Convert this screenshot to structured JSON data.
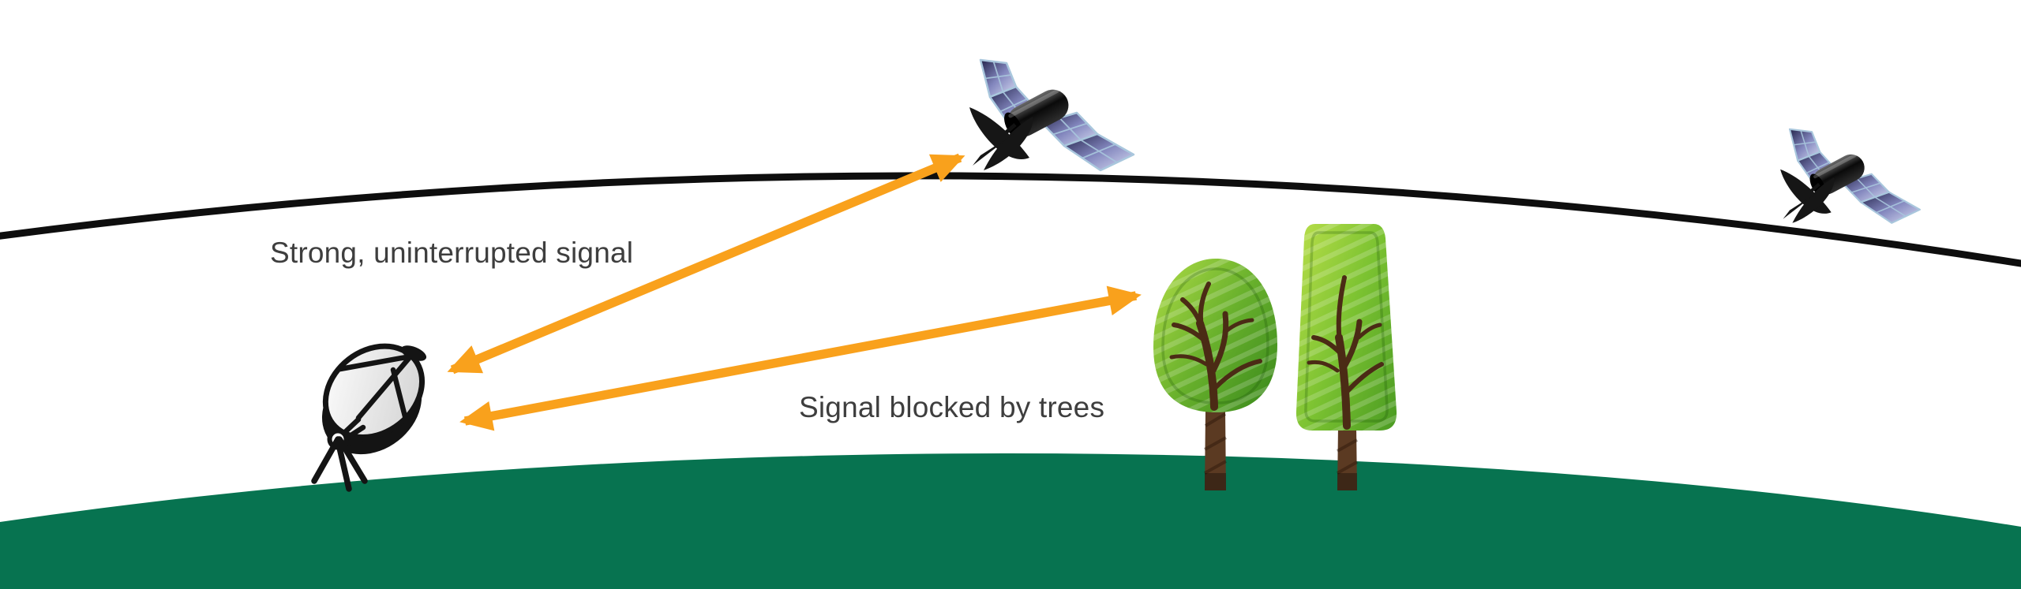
{
  "diagram": {
    "labels": {
      "strong_signal": "Strong, uninterrupted signal",
      "blocked_signal": "Signal blocked by trees"
    },
    "colors": {
      "background": "#FFFFFF",
      "arrow": "#F9A11C",
      "ground": "#077350",
      "horizon": "#0E0E0E",
      "label": "#3E3E3E",
      "dish": "#141414",
      "trunk": "#5B3A22",
      "branch": "#4B2B15",
      "tree_light": "#A9D844",
      "tree_dark": "#3C8B1D",
      "panel_dark": "#23234A",
      "panel_light": "#D9DDF4"
    },
    "scene": {
      "objects": [
        {
          "id": "horizon-arc",
          "type": "orbit-arc-line"
        },
        {
          "id": "ground-hill",
          "type": "ground"
        },
        {
          "id": "satellite-dish",
          "type": "satellite-dish-icon"
        },
        {
          "id": "satellite-overhead",
          "type": "satellite-icon"
        },
        {
          "id": "satellite-low-right",
          "type": "satellite-icon"
        },
        {
          "id": "tree-round",
          "type": "tree-icon"
        },
        {
          "id": "tree-tall",
          "type": "tree-icon"
        }
      ],
      "arrows": [
        {
          "id": "strong-signal-arrow",
          "from": "satellite-dish",
          "to": "satellite-overhead",
          "double_headed": true,
          "label_key": "strong_signal"
        },
        {
          "id": "blocked-signal-arrow",
          "from": "satellite-dish",
          "to": "tree-round",
          "double_headed": true,
          "label_key": "blocked_signal"
        }
      ]
    }
  }
}
